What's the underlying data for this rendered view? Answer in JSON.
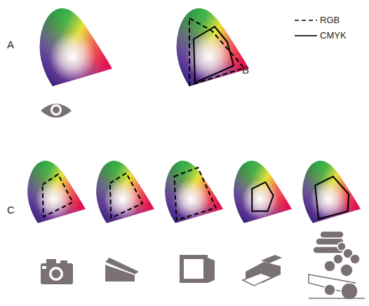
{
  "diagram": {
    "labels": [
      "A",
      "B",
      "C"
    ],
    "legend": [
      {
        "text": "RGB"
      },
      {
        "text": "CMYK"
      }
    ]
  }
}
